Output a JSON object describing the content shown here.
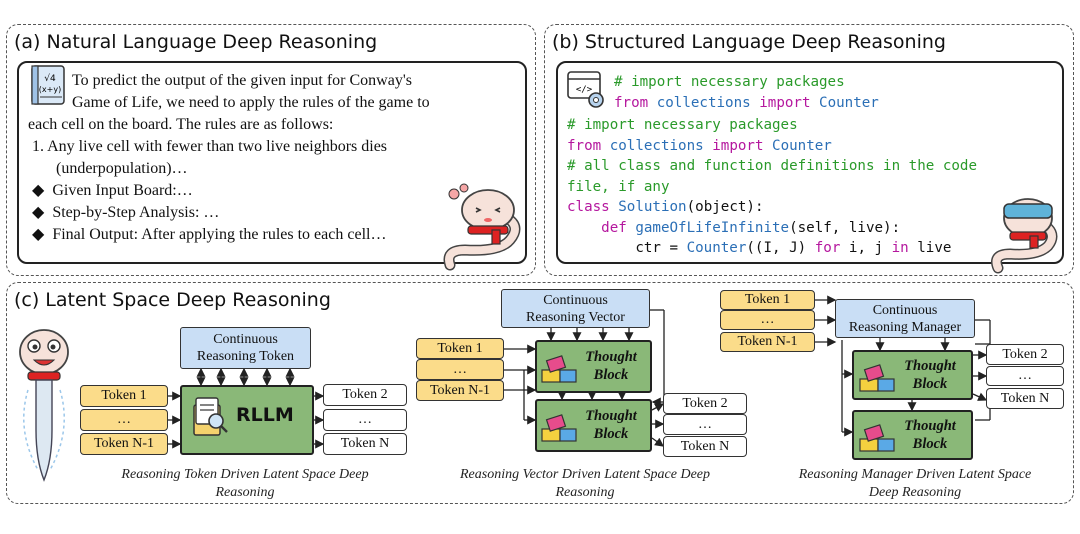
{
  "panel_a": {
    "title": "(a) Natural Language Deep Reasoning",
    "lines": [
      "To predict the output of the given input for Conway's",
      "Game of Life, we need to apply the rules of the game to",
      "each cell on the board. The rules are as follows:",
      "1.   Any live cell with fewer than two live neighbors dies",
      "(underpopulation)…",
      "Given Input Board:…",
      "Step-by-Step Analysis: …",
      "Final Output: After applying the rules to each cell…"
    ],
    "icon_label_top": "√4",
    "icon_label_bottom": "(x+y)"
  },
  "panel_b": {
    "title": "(b) Structured Language Deep Reasoning",
    "code": {
      "l1": "# import necessary packages",
      "l2_kw1": "from",
      "l2_mod": "collections",
      "l2_kw2": "import",
      "l2_name": "Counter",
      "l3": "# import necessary packages",
      "l4_kw1": "from",
      "l4_mod": "collections",
      "l4_kw2": "import",
      "l4_name": "Counter",
      "l5": "# all class and function definitions in the code",
      "l6": "file, if any",
      "l7_kw": "class",
      "l7_name": "Solution",
      "l7_rest": "(object):",
      "l8_kw": "def",
      "l8_name": "gameOfLifeInfinite",
      "l8_rest": "(self, live):",
      "l9_a": "ctr = ",
      "l9_name": "Counter",
      "l9_b": "((I, J) ",
      "l9_kw1": "for",
      "l9_c": " i, j ",
      "l9_kw2": "in",
      "l9_d": " live"
    }
  },
  "panel_c": {
    "title": "(c) Latent Space Deep Reasoning",
    "sub1": {
      "top_box": "Continuous Reasoning Token",
      "inputs": [
        "Token 1",
        "…",
        "Token N-1"
      ],
      "center": "RLLM",
      "outputs": [
        "Token 2",
        "…",
        "Token N"
      ],
      "caption": "Reasoning Token Driven Latent Space Deep Reasoning"
    },
    "sub2": {
      "top_box": "Continuous Reasoning Vector",
      "inputs": [
        "Token 1",
        "…",
        "Token N-1"
      ],
      "block1": "Thought Block",
      "block2": "Thought Block",
      "outputs": [
        "Token 2",
        "…",
        "Token N"
      ],
      "caption": "Reasoning Vector Driven Latent Space Deep Reasoning"
    },
    "sub3": {
      "top_box": "Continuous Reasoning Manager",
      "inputs": [
        "Token 1",
        "…",
        "Token N-1"
      ],
      "block1": "Thought Block",
      "block2": "Thought Block",
      "outputs": [
        "Token 2",
        "…",
        "Token N"
      ],
      "caption": "Reasoning Manager Driven Latent Space Deep Reasoning"
    }
  },
  "colors": {
    "token": "#fbdc8a",
    "continuous": "#c9def5",
    "block": "#8ab878",
    "comment": "#2a9a2a",
    "keyword": "#b5179e",
    "identifier": "#2b6fb6"
  }
}
